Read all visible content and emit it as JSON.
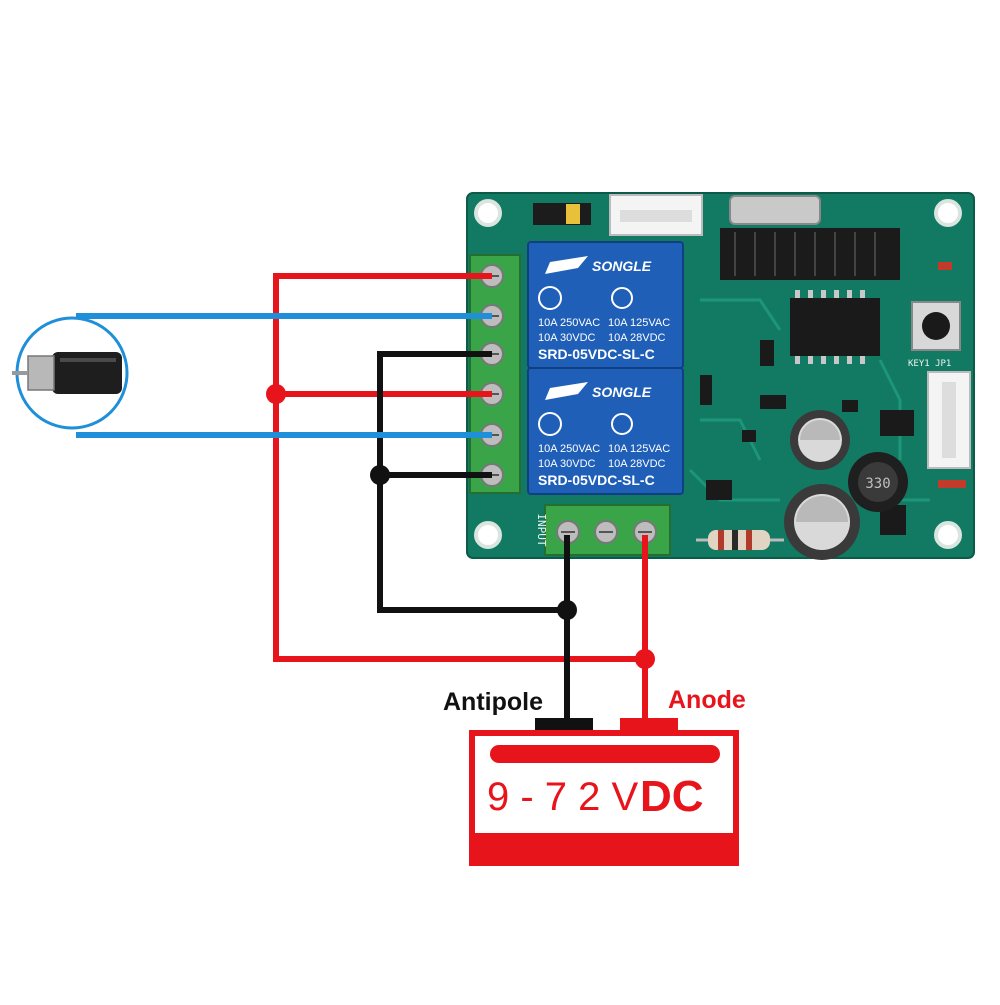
{
  "colors": {
    "positive_wire": "#e8141c",
    "negative_wire": "#111111",
    "motor_wire": "#1e8fd8",
    "board": "#127a63",
    "relay": "#1f5fb8",
    "terminal": "#3aa548",
    "battery": "#e8141c"
  },
  "icons": [
    "dc-motor-icon",
    "relay-board-icon",
    "battery-icon",
    "screw-terminal-icon"
  ],
  "relays": [
    {
      "brand": "SONGLE",
      "rating_left_1": "10A 250VAC",
      "rating_left_2": "10A 30VDC",
      "rating_right_1": "10A 125VAC",
      "rating_right_2": "10A 28VDC",
      "model": "SRD-05VDC-SL-C"
    },
    {
      "brand": "SONGLE",
      "rating_left_1": "10A 250VAC",
      "rating_left_2": "10A 30VDC",
      "rating_right_1": "10A 125VAC",
      "rating_right_2": "10A 28VDC",
      "model": "SRD-05VDC-SL-C"
    }
  ],
  "board": {
    "input_label": "INPUT",
    "inductor_label": "330",
    "key_label": "KEY1 JP1"
  },
  "power": {
    "negative_label": "Antipole",
    "positive_label": "Anode",
    "voltage_label": "9 - 7 2 V",
    "type_label": "DC"
  }
}
